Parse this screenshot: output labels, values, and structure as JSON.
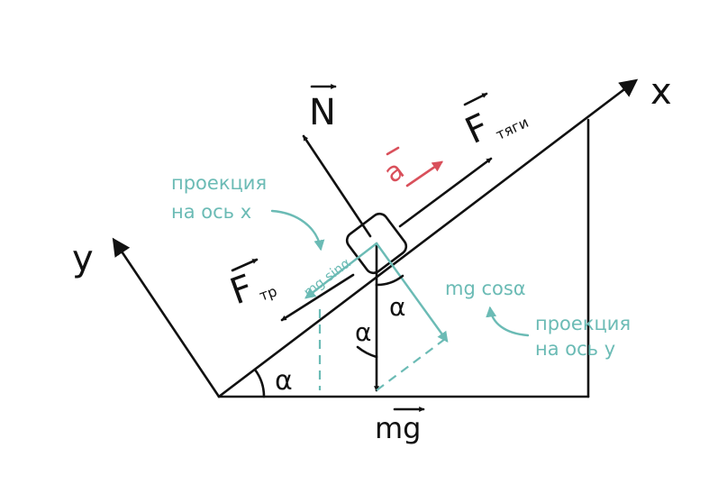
{
  "labels": {
    "axis_x": "x",
    "axis_y": "y",
    "normal_force": "N",
    "traction_force": "F",
    "traction_sub": "тяги",
    "friction_force": "F",
    "friction_sub": "тр",
    "acceleration": "a",
    "gravity": "mg",
    "mg_sin": "mg sinα",
    "mg_cos": "mg cosα",
    "proj_x_line1": "проекция",
    "proj_x_line2": "на ось x",
    "proj_y_line1": "проекция",
    "proj_y_line2": "на ось y",
    "angle_base": "α",
    "angle_block": "α",
    "angle_inner": "α"
  },
  "colors": {
    "ink": "#111111",
    "projection": "#6bbbb5",
    "acceleration": "#d9505b"
  }
}
